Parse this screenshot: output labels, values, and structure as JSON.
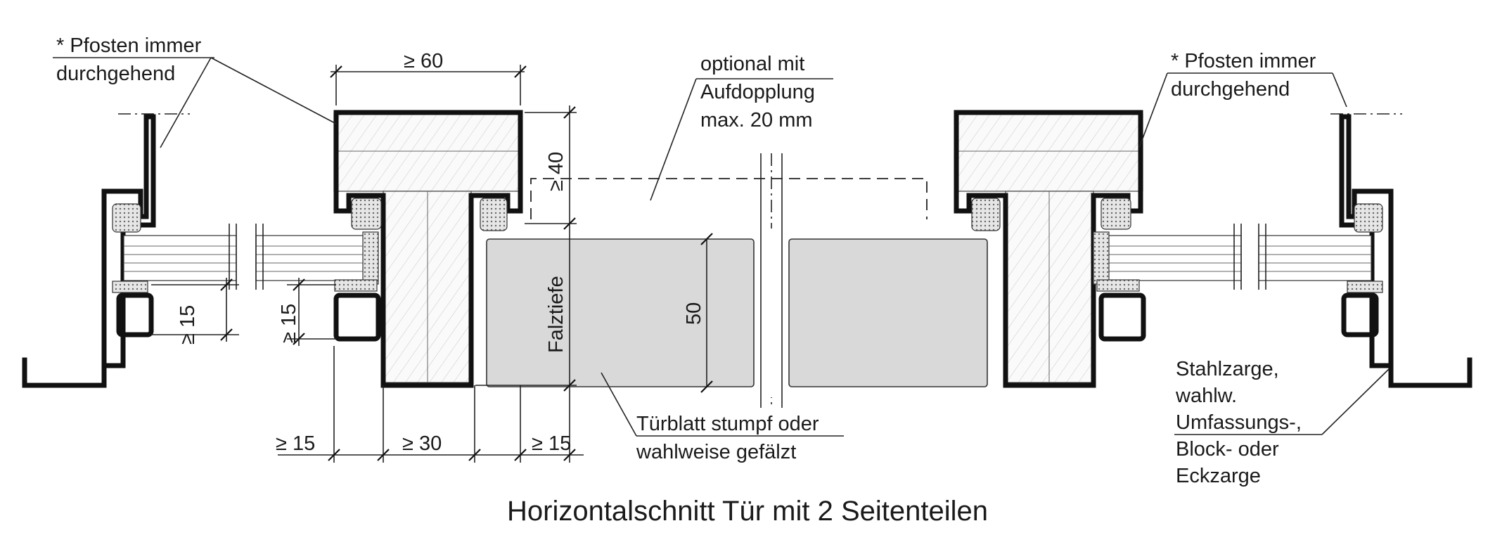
{
  "title": "Horizontalschnitt Tür mit 2 Seitenteilen",
  "annotations": {
    "post_left": [
      "* Pfosten immer",
      "durchgehend"
    ],
    "post_right": [
      "* Pfosten immer",
      "durchgehend"
    ],
    "optional": [
      "optional mit",
      "Aufdopplung",
      "max. 20 mm"
    ],
    "leaf": [
      "Türblatt stumpf oder",
      "wahlweise gefälzt"
    ],
    "frame": [
      "Stahlzarge,",
      "wahlw.",
      "Umfassungs-,",
      "Block- oder",
      "Eckzarge"
    ]
  },
  "dimensions": {
    "top_width": "≥ 60",
    "top_depth": "≥ 40",
    "rebate_depth": "Falztiefe",
    "leaf_thickness": "50",
    "left_overlap": "≥ 15",
    "mid_overlap": "≥ 15",
    "bottom_left": "≥ 15",
    "bottom_mid": "≥ 30",
    "bottom_right": "≥ 15"
  },
  "colors": {
    "line": "#111111",
    "leaf_fill": "#d9d9d9",
    "background": "#ffffff"
  }
}
